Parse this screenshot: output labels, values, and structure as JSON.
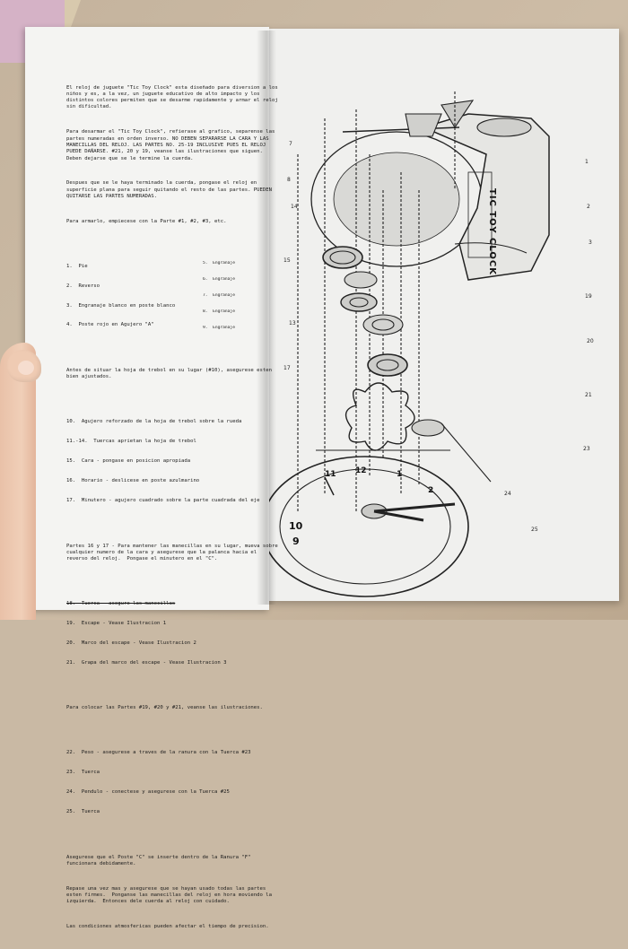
{
  "left_page": {
    "paragraphs": [
      "El reloj de juguete \"Tic Toy Clock\" esta diseñado para diversion a los niños y es, a la vez, un juguete educativo de alto impacto y los distintos colores permiten que se desarme rapidamente y armar el reloj sin dificultad.",
      "Para desarmar el \"Tic Toy Clock\", refierase al grafico, separense las partes numeradas en orden inverso. NO DEBEN SEPARARSE LA CARA Y LAS MANECILLAS DEL RELOJ. LAS PARTES NO. 25-19 INCLUSIVE PUES EL RELOJ PUEDE DAÑARSE. #21, 20 y 19, veanse las ilustraciones que siguen. Deben dejarse que se le termine la cuerda.",
      "Despues que se le haya terminado la cuerda, pongase el reloj en superficie plana para seguir quitando el resto de las partes. PUEDEN QUITARSE LAS PARTES NUMERADAS.",
      "Para armarlo, empiecese con la Parte #1, #2, #3, etc."
    ],
    "parts_a": [
      "1.  Pie",
      "2.  Reverso",
      "3.  Engranaje blanco en poste blanco",
      "4.  Poste rojo en Agujero \"A\""
    ],
    "parts_b": [
      "5.  Engranaje",
      "6.  Engranaje",
      "7.  Engranaje",
      "8.  Engranaje",
      "9.  Engranaje"
    ],
    "para_trebol": "Antes de situar la hoja de trebol en su lugar (#10), asegurese esten bien ajustados.",
    "parts_c": [
      "10.  Agujero reforzado de la hoja de trebol sobre la rueda",
      "11.-14.  Tuercas aprietan la hoja de trebol",
      "15.  Cara - pongase en posicion apropiada",
      "16.  Horario - deslicese en poste azulmarino",
      "17.  Minutero - agujero cuadrado sobre la parte cuadrada del eje"
    ],
    "para_manecillas": "Partes 16 y 17 - Para mantener las manecillas en su lugar, mueva sobre cualquier numero de la cara y asegurese que la palanca hacia el reverso del reloj.  Pongase el minutero en el \"C\".",
    "part_18": "18.  Tuerca - asegure las manecillas",
    "parts_d": [
      "19.  Escape - Vease Ilustracion 1",
      "20.  Marco del escape - Vease Ilustracion 2",
      "21.  Grapa del marco del escape - Vease Ilustracion 3"
    ],
    "para_colocar": "Para colocar las Partes #19, #20 y #21, veanse las ilustraciones.",
    "parts_e": [
      "22.  Peso - asegurese a traves de la ranura con la Tuerca #23",
      "23.  Tuerca",
      "24.  Pendulo - conectese y asegurese con la Tuerca #25",
      "25.  Tuerca"
    ],
    "para_poste": "Asegurese que el Poste \"C\" se inserte dentro de la Ranura \"F\" funcionara debidamente.",
    "para_repase": "Repase una vez mas y asegurese que se hayan usado todas las partes esten firmes.  Ponganse las manecillas del reloj en hora moviendo la izquierda.  Entonces dele cuerda al reloj con cuidado.",
    "para_atmos": "Las condiciones atmosfericas pueden afectar el tiempo de precision."
  },
  "right_page": {
    "clock_label": "TIC TOY CLOCK",
    "dial_numbers": [
      "10",
      "9",
      "12",
      "11",
      "1",
      "2"
    ]
  }
}
